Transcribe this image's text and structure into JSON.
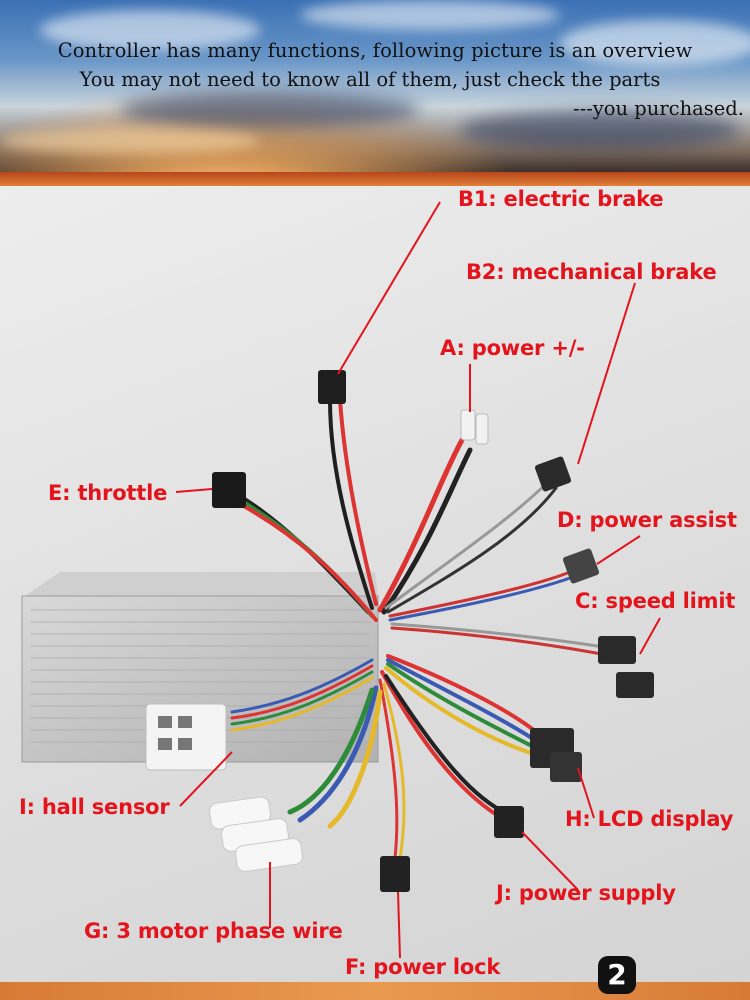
{
  "banner": {
    "line1": "Controller has many functions, following picture is an overview",
    "line2": "You may not need to know all of them,  just check the parts",
    "line3": "---you purchased."
  },
  "labels": {
    "b1": "B1: electric brake",
    "b2": "B2: mechanical brake",
    "a": "A: power +/-",
    "e": "E: throttle",
    "d": "D: power assist",
    "c": "C: speed limit",
    "i": "I: hall sensor",
    "h": "H: LCD display",
    "j": "J: power supply",
    "g": "G: 3 motor phase wire",
    "f": "F: power lock"
  },
  "page_number": "2",
  "colors": {
    "label": "#e3141c",
    "banner_band": "#c7561f",
    "badge": "#111111"
  }
}
